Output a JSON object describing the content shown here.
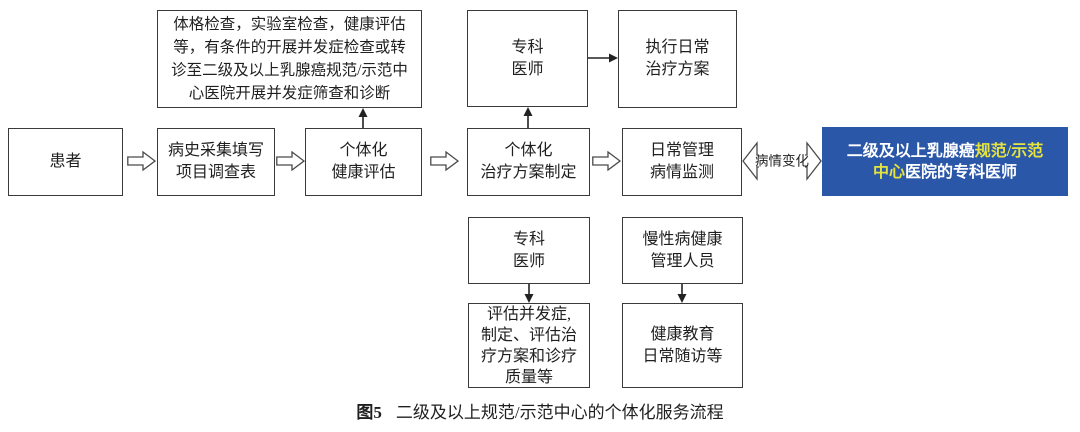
{
  "boxes": {
    "exam": "体格检查，实验室检查，健康评估\n等，有条件的开展并发症检查或转\n诊至二级及以上乳腺癌规范/示范中\n心医院开展并发症筛查和诊断",
    "specialist_top": "专科\n医师",
    "execute_plan": "执行日常\n治疗方案",
    "patient": "患者",
    "history": "病史采集填写\n项目调查表",
    "health_assess": "个体化\n健康评估",
    "treatment_plan": "个体化\n治疗方案制定",
    "daily_mgmt": "日常管理\n病情监测",
    "specialist_bottom": "专科\n医师",
    "evaluate": "评估并发症,\n制定、评估治\n疗方案和诊疗\n质量等",
    "chronic_mgr": "慢性病健康\n管理人员",
    "health_edu": "健康教育\n日常随访等"
  },
  "blue_box": {
    "line1_white": "二级及以上乳腺癌",
    "line1_yellow": "规范/示范",
    "line2_yellow": "中心",
    "line2_white": "医院的专科医师"
  },
  "labels": {
    "condition_change": "病情变化"
  },
  "caption": {
    "label": "图5",
    "text": "二级及以上规范/示范中心的个体化服务流程"
  },
  "colors": {
    "highlight_bg": "#2B57A8",
    "highlight_accent": "#E4E33F",
    "box_border": "#3A3A3A",
    "arrow_outline": "#4A4A4A"
  }
}
